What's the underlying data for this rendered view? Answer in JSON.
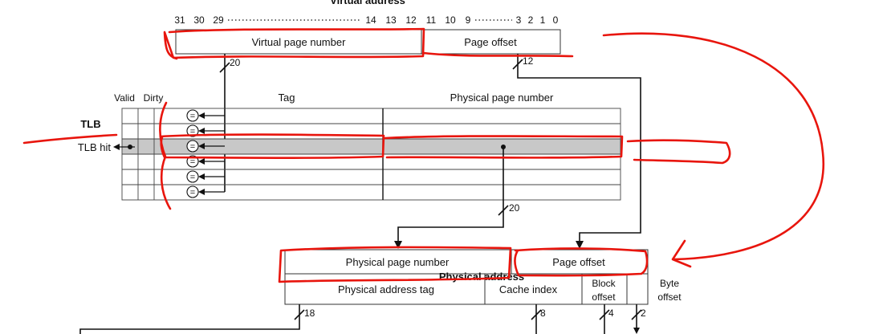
{
  "title": "Virtual address",
  "bit_labels": {
    "b31": "31",
    "b30": "30",
    "b29": "29",
    "b14": "14",
    "b13": "13",
    "b12": "12",
    "b11": "11",
    "b10": "10",
    "b9": "9",
    "b3": "3",
    "b2": "2",
    "b1": "1",
    "b0": "0"
  },
  "virtual_address": {
    "vpn_label": "Virtual page number",
    "offset_label": "Page offset",
    "vpn_width": "20",
    "offset_width": "12"
  },
  "tlb": {
    "label": "TLB",
    "hit_label": "TLB hit",
    "valid_header": "Valid",
    "dirty_header": "Dirty",
    "tag_header": "Tag",
    "ppn_header": "Physical page number",
    "compare_symbol": "=",
    "ppn_width": "20"
  },
  "physical_address": {
    "ppn_label": "Physical page number",
    "offset_label": "Page offset",
    "title": "Physical address",
    "tag_label": "Physical address tag",
    "cache_index_label": "Cache index",
    "block_offset_line1": "Block",
    "block_offset_line2": "offset",
    "byte_offset_line1": "Byte",
    "byte_offset_line2": "offset",
    "tag_width": "18",
    "index_width": "8",
    "block_width": "4",
    "byte_width": "2"
  },
  "colors": {
    "line": "#111111",
    "hit_row": "#c8c8c8",
    "annotation": "#e8150d",
    "grid": "#444444"
  }
}
